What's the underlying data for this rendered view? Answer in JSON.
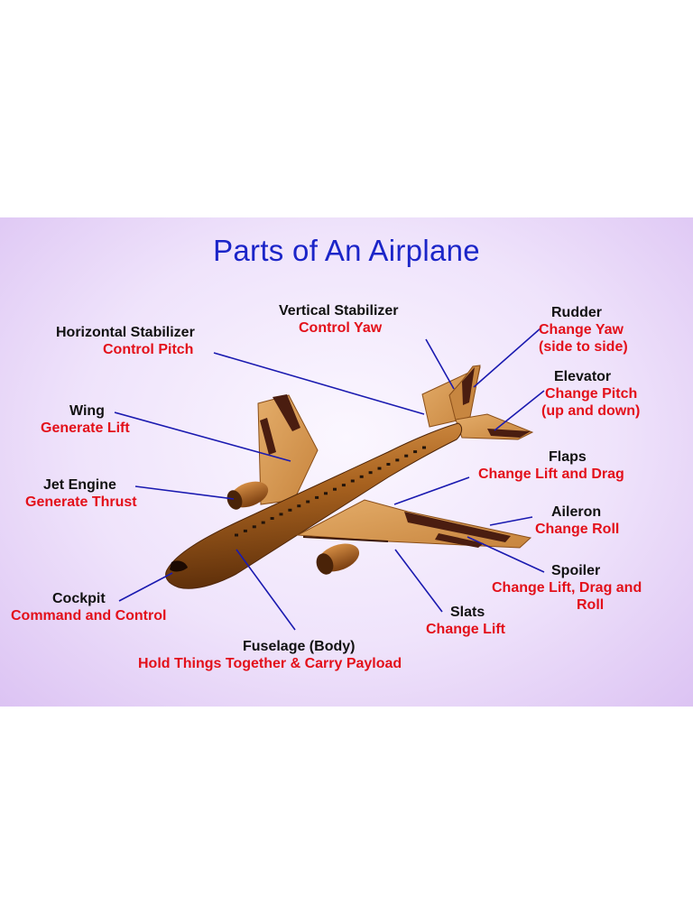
{
  "title": "Parts of An Airplane",
  "colors": {
    "title": "#1b25c8",
    "part_name": "#111111",
    "part_function": "#e3101a",
    "leader_line": "#1a1ab0",
    "fuselage": "#a8621f",
    "wing": "#d29650",
    "background": "#e9dcf8"
  },
  "parts": {
    "horizontal_stabilizer": {
      "name": "Horizontal Stabilizer",
      "function": "Control Pitch"
    },
    "vertical_stabilizer": {
      "name": "Vertical Stabilizer",
      "function": "Control Yaw"
    },
    "rudder": {
      "name": "Rudder",
      "function_line1": "Change Yaw",
      "function_line2": "(side to side)"
    },
    "elevator": {
      "name": "Elevator",
      "function_line1": "Change Pitch",
      "function_line2": "(up and down)"
    },
    "wing": {
      "name": "Wing",
      "function": "Generate Lift"
    },
    "flaps": {
      "name": "Flaps",
      "function": "Change Lift and Drag"
    },
    "jet_engine": {
      "name": "Jet Engine",
      "function": "Generate Thrust"
    },
    "aileron": {
      "name": "Aileron",
      "function": "Change Roll"
    },
    "spoiler": {
      "name": "Spoiler",
      "function_line1": "Change Lift, Drag and",
      "function_line2": "Roll"
    },
    "cockpit": {
      "name": "Cockpit",
      "function": "Command and Control"
    },
    "slats": {
      "name": "Slats",
      "function": "Change Lift"
    },
    "fuselage": {
      "name": "Fuselage (Body)",
      "function": "Hold Things Together & Carry Payload"
    }
  }
}
